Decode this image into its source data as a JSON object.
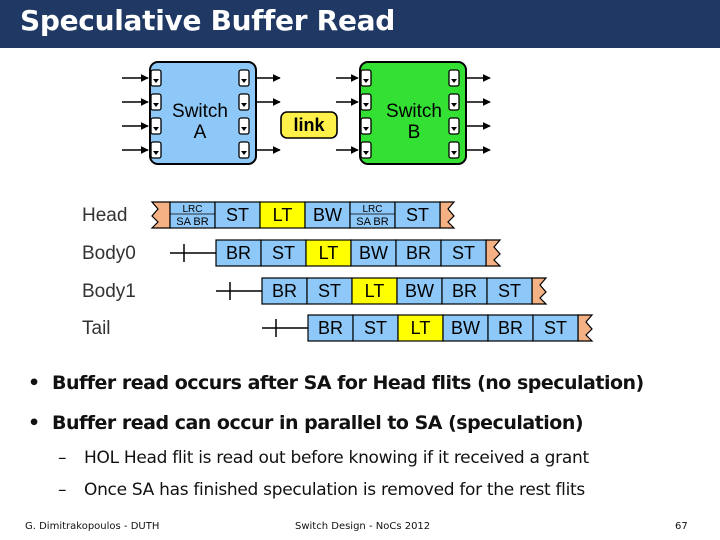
{
  "slide": {
    "title": "Speculative Buffer Read",
    "bullets": [
      "Buffer read occurs after SA for Head flits (no speculation)",
      "Buffer read can occur in parallel to SA (speculation)"
    ],
    "sub_bullets": [
      "HOL Head flit is read out before knowing if it received a grant",
      "Once SA has finished speculation is removed for the rest flits"
    ],
    "footer": {
      "author": "G. Dimitrakopoulos - DUTH",
      "course": "Switch Design - NoCs 2012",
      "page": "67"
    }
  },
  "diagram": {
    "switch_a": {
      "line1": "Switch",
      "line2": "A"
    },
    "switch_b": {
      "line1": "Switch",
      "line2": "B"
    },
    "link_label": "link",
    "rows": [
      {
        "label": "Head",
        "stages": [
          {
            "top": "LRC",
            "bottom": "SA BR",
            "type": "blue"
          },
          {
            "text": "ST",
            "type": "blue"
          },
          {
            "text": "LT",
            "type": "yellow"
          },
          {
            "text": "BW",
            "type": "blue"
          },
          {
            "top": "LRC",
            "bottom": "SA BR",
            "type": "blue"
          },
          {
            "text": "ST",
            "type": "blue"
          }
        ]
      },
      {
        "label": "Body0",
        "stages": [
          {
            "text": "BR",
            "type": "blue"
          },
          {
            "text": "ST",
            "type": "blue"
          },
          {
            "text": "LT",
            "type": "yellow"
          },
          {
            "text": "BW",
            "type": "blue"
          },
          {
            "text": "BR",
            "type": "blue"
          },
          {
            "text": "ST",
            "type": "blue"
          }
        ]
      },
      {
        "label": "Body1",
        "stages": [
          {
            "text": "BR",
            "type": "blue"
          },
          {
            "text": "ST",
            "type": "blue"
          },
          {
            "text": "LT",
            "type": "yellow"
          },
          {
            "text": "BW",
            "type": "blue"
          },
          {
            "text": "BR",
            "type": "blue"
          },
          {
            "text": "ST",
            "type": "blue"
          }
        ]
      },
      {
        "label": "Tail",
        "stages": [
          {
            "text": "BR",
            "type": "blue"
          },
          {
            "text": "ST",
            "type": "blue"
          },
          {
            "text": "LT",
            "type": "yellow"
          },
          {
            "text": "BW",
            "type": "blue"
          },
          {
            "text": "BR",
            "type": "blue"
          },
          {
            "text": "ST",
            "type": "blue"
          }
        ]
      }
    ],
    "colors": {
      "title_bar": "#1f3864",
      "switch_a": "#8ec8f8",
      "switch_b": "#33e033",
      "link": "#fff14a",
      "stage_blue": "#8ec8f8",
      "stage_yellow": "#ffff00",
      "wrap": "#f4b183"
    }
  }
}
